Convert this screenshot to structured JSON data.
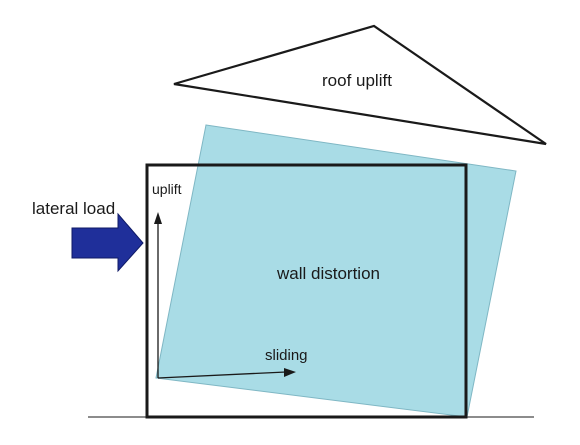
{
  "labels": {
    "roof_uplift": "roof uplift",
    "lateral_load": "lateral load",
    "uplift": "uplift",
    "wall_distortion": "wall distortion",
    "sliding": "sliding"
  },
  "colors": {
    "wall_fill": "#a9dce6",
    "arrow_fill": "#1f2f9a",
    "outline": "#1a1a1a",
    "ground": "#8c8c8c"
  }
}
